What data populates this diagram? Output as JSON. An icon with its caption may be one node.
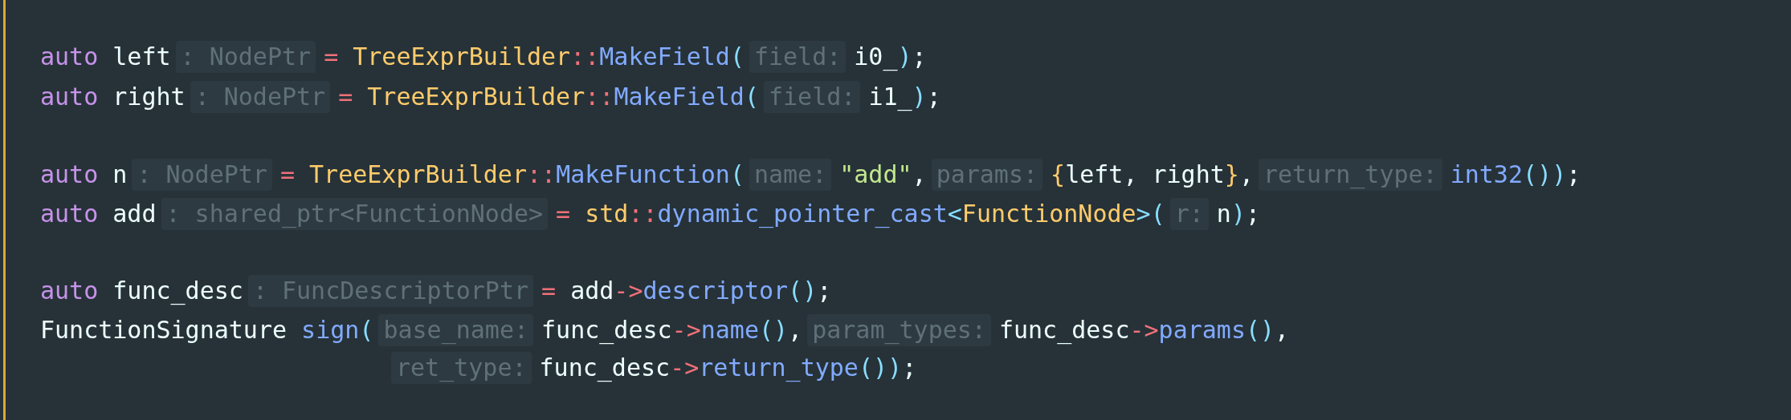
{
  "diagram": {
    "labels": [
      "auto left",
      ": NodePtr",
      "= TreeExprBuilder::MakeField(",
      "field:",
      "i0_);",
      "auto right",
      ": NodePtr",
      "= TreeExprBuilder::MakeField(",
      "field:",
      "i1_);",
      "auto n",
      ": NodePtr",
      "= TreeExprBuilder::MakeFunction(",
      "name:",
      "\"add\",",
      "params:",
      "{left, right},",
      "return_type:",
      "int32());",
      "auto add",
      ": shared_ptr<FunctionNode>",
      "= std::dynamic_pointer_cast<FunctionNode>(",
      "r:",
      "n);",
      "auto func_desc",
      ": FuncDescriptorPtr",
      "= add->descriptor();",
      "FunctionSignature sign(",
      "base_name:",
      "func_desc->name(),",
      "param_types:",
      "func_desc->params(),",
      "ret_type:",
      "func_desc->return_type());"
    ]
  }
}
